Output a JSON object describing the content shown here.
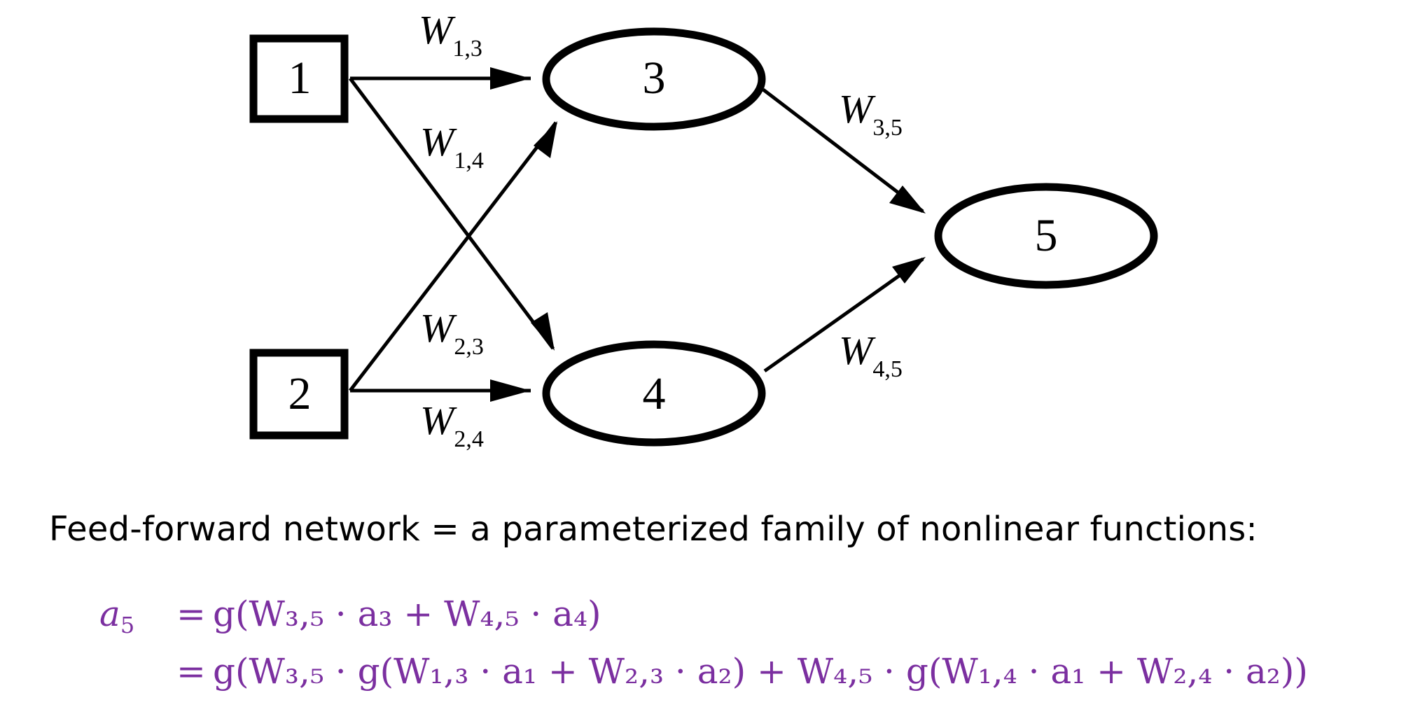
{
  "nodes": [
    {
      "id": "1",
      "label": "1",
      "shape": "square"
    },
    {
      "id": "2",
      "label": "2",
      "shape": "square"
    },
    {
      "id": "3",
      "label": "3",
      "shape": "ellipse"
    },
    {
      "id": "4",
      "label": "4",
      "shape": "ellipse"
    },
    {
      "id": "5",
      "label": "5",
      "shape": "ellipse"
    }
  ],
  "edges": [
    {
      "from": "1",
      "to": "3",
      "weight": "W",
      "sub": "1,3"
    },
    {
      "from": "1",
      "to": "4",
      "weight": "W",
      "sub": "1,4"
    },
    {
      "from": "2",
      "to": "3",
      "weight": "W",
      "sub": "2,3"
    },
    {
      "from": "2",
      "to": "4",
      "weight": "W",
      "sub": "2,4"
    },
    {
      "from": "3",
      "to": "5",
      "weight": "W",
      "sub": "3,5"
    },
    {
      "from": "4",
      "to": "5",
      "weight": "W",
      "sub": "4,5"
    }
  ],
  "caption": "Feed-forward network = a parameterized family of nonlinear functions:",
  "equation": {
    "lhs": "a",
    "lhs_sub": "5",
    "equals": "=",
    "line1": "g(W₃,₅ · a₃ + W₄,₅ · a₄)",
    "line2": "g(W₃,₅ · g(W₁,₃ · a₁ + W₂,₃ · a₂) + W₄,₅ · g(W₁,₄ · a₁ + W₂,₄ · a₂))"
  },
  "colors": {
    "diagram": "#000000",
    "equation": "#7b2fa0",
    "background": "#ffffff"
  }
}
